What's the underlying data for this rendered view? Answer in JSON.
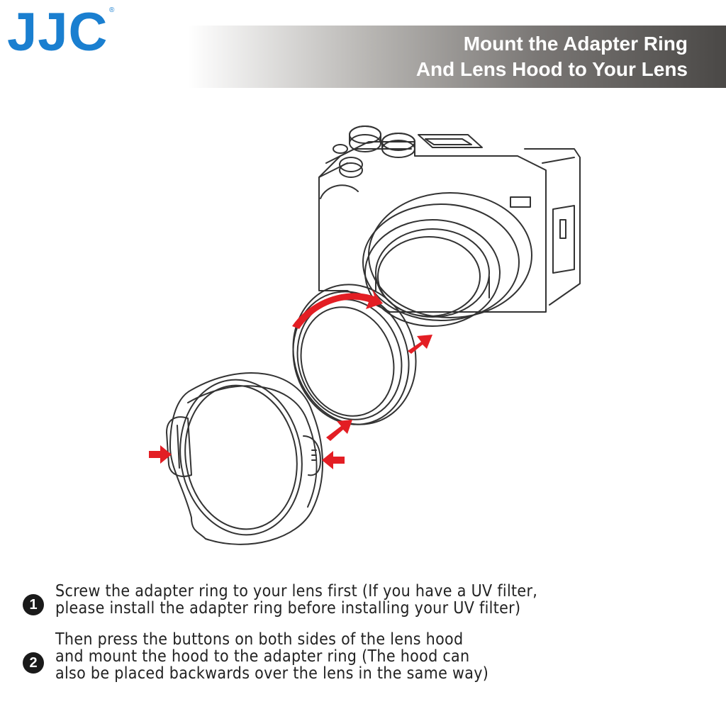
{
  "brand": {
    "logo_text": "JJC",
    "registered": "®"
  },
  "banner": {
    "line1": "Mount the Adapter Ring",
    "line2": "And Lens Hood to Your Lens"
  },
  "steps": [
    {
      "number": "1",
      "lines": [
        "Screw the adapter ring to your lens first (If you have a UV filter,",
        "please install the adapter ring before installing your UV filter)"
      ]
    },
    {
      "number": "2",
      "lines": [
        "Then press the buttons on both sides of the lens hood",
        "and mount the hood to the adapter ring (The hood can",
        "also be placed backwards over the lens in the same way)"
      ]
    }
  ],
  "colors": {
    "brand_blue": "#1a7fd0",
    "arrow_red": "#e31e24",
    "line_art": "#333333"
  },
  "icons": [
    "camera-illustration",
    "adapter-ring-illustration",
    "lens-hood-illustration",
    "push-arrow-icon",
    "rotate-arrow-icon"
  ]
}
